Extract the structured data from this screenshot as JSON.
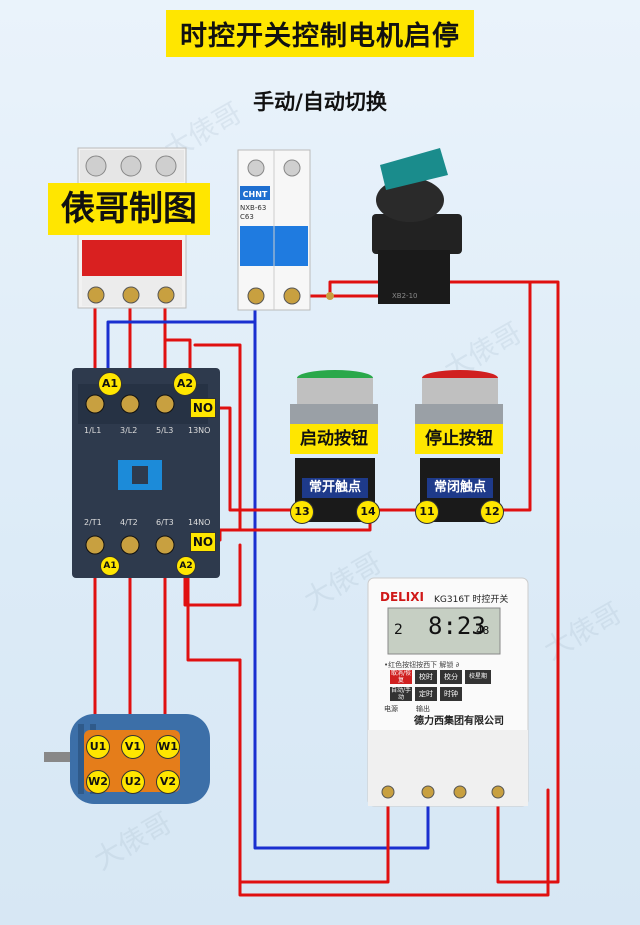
{
  "title": "时控开关控制电机启停",
  "subtitle": "手动/自动切换",
  "brand_label": "俵哥制图",
  "breaker": {
    "brand": "CHNT",
    "model": "NXB-63",
    "rating": "C63"
  },
  "selector_switch": {
    "model": "XB2-10"
  },
  "contactor": {
    "coil_a1": "A1",
    "coil_a2": "A2",
    "no_top": "NO",
    "no_bottom": "NO",
    "top_terminals": [
      "1/L1",
      "3/L2",
      "5/L3",
      "13NO"
    ],
    "bottom_terminals": [
      "2/T1",
      "4/T2",
      "6/T3",
      "14NO"
    ],
    "bottom_a1": "A1",
    "bottom_a2": "A2"
  },
  "start_button": {
    "label": "启动按钮",
    "contact": "常开触点",
    "term_left": "13",
    "term_right": "14"
  },
  "stop_button": {
    "label": "停止按钮",
    "contact": "常闭触点",
    "term_left": "11",
    "term_right": "12"
  },
  "timer": {
    "brand": "DELIXI",
    "model": "KG316T 时控开关",
    "day": "2",
    "time": "8:23",
    "seconds": "48",
    "hint": "•红色按钮按西下 解锁 ∂",
    "buttons": [
      "取消/恢复",
      "校时",
      "校分",
      "校星期",
      "自动/手动",
      "定时",
      "时钟"
    ],
    "power_label": "电源",
    "lamp_label": "输出",
    "company": "德力西集团有限公司"
  },
  "motor": {
    "terminals": [
      "U1",
      "V1",
      "W1",
      "W2",
      "U2",
      "V2"
    ]
  },
  "watermarks": [
    "大俵哥",
    "大俵哥",
    "大俵哥",
    "大俵哥",
    "大俵哥"
  ],
  "colors": {
    "wire_red": "#e01010",
    "wire_blue": "#1a2fd0",
    "highlight": "#ffe600",
    "contactor": "#2e3a4d"
  }
}
